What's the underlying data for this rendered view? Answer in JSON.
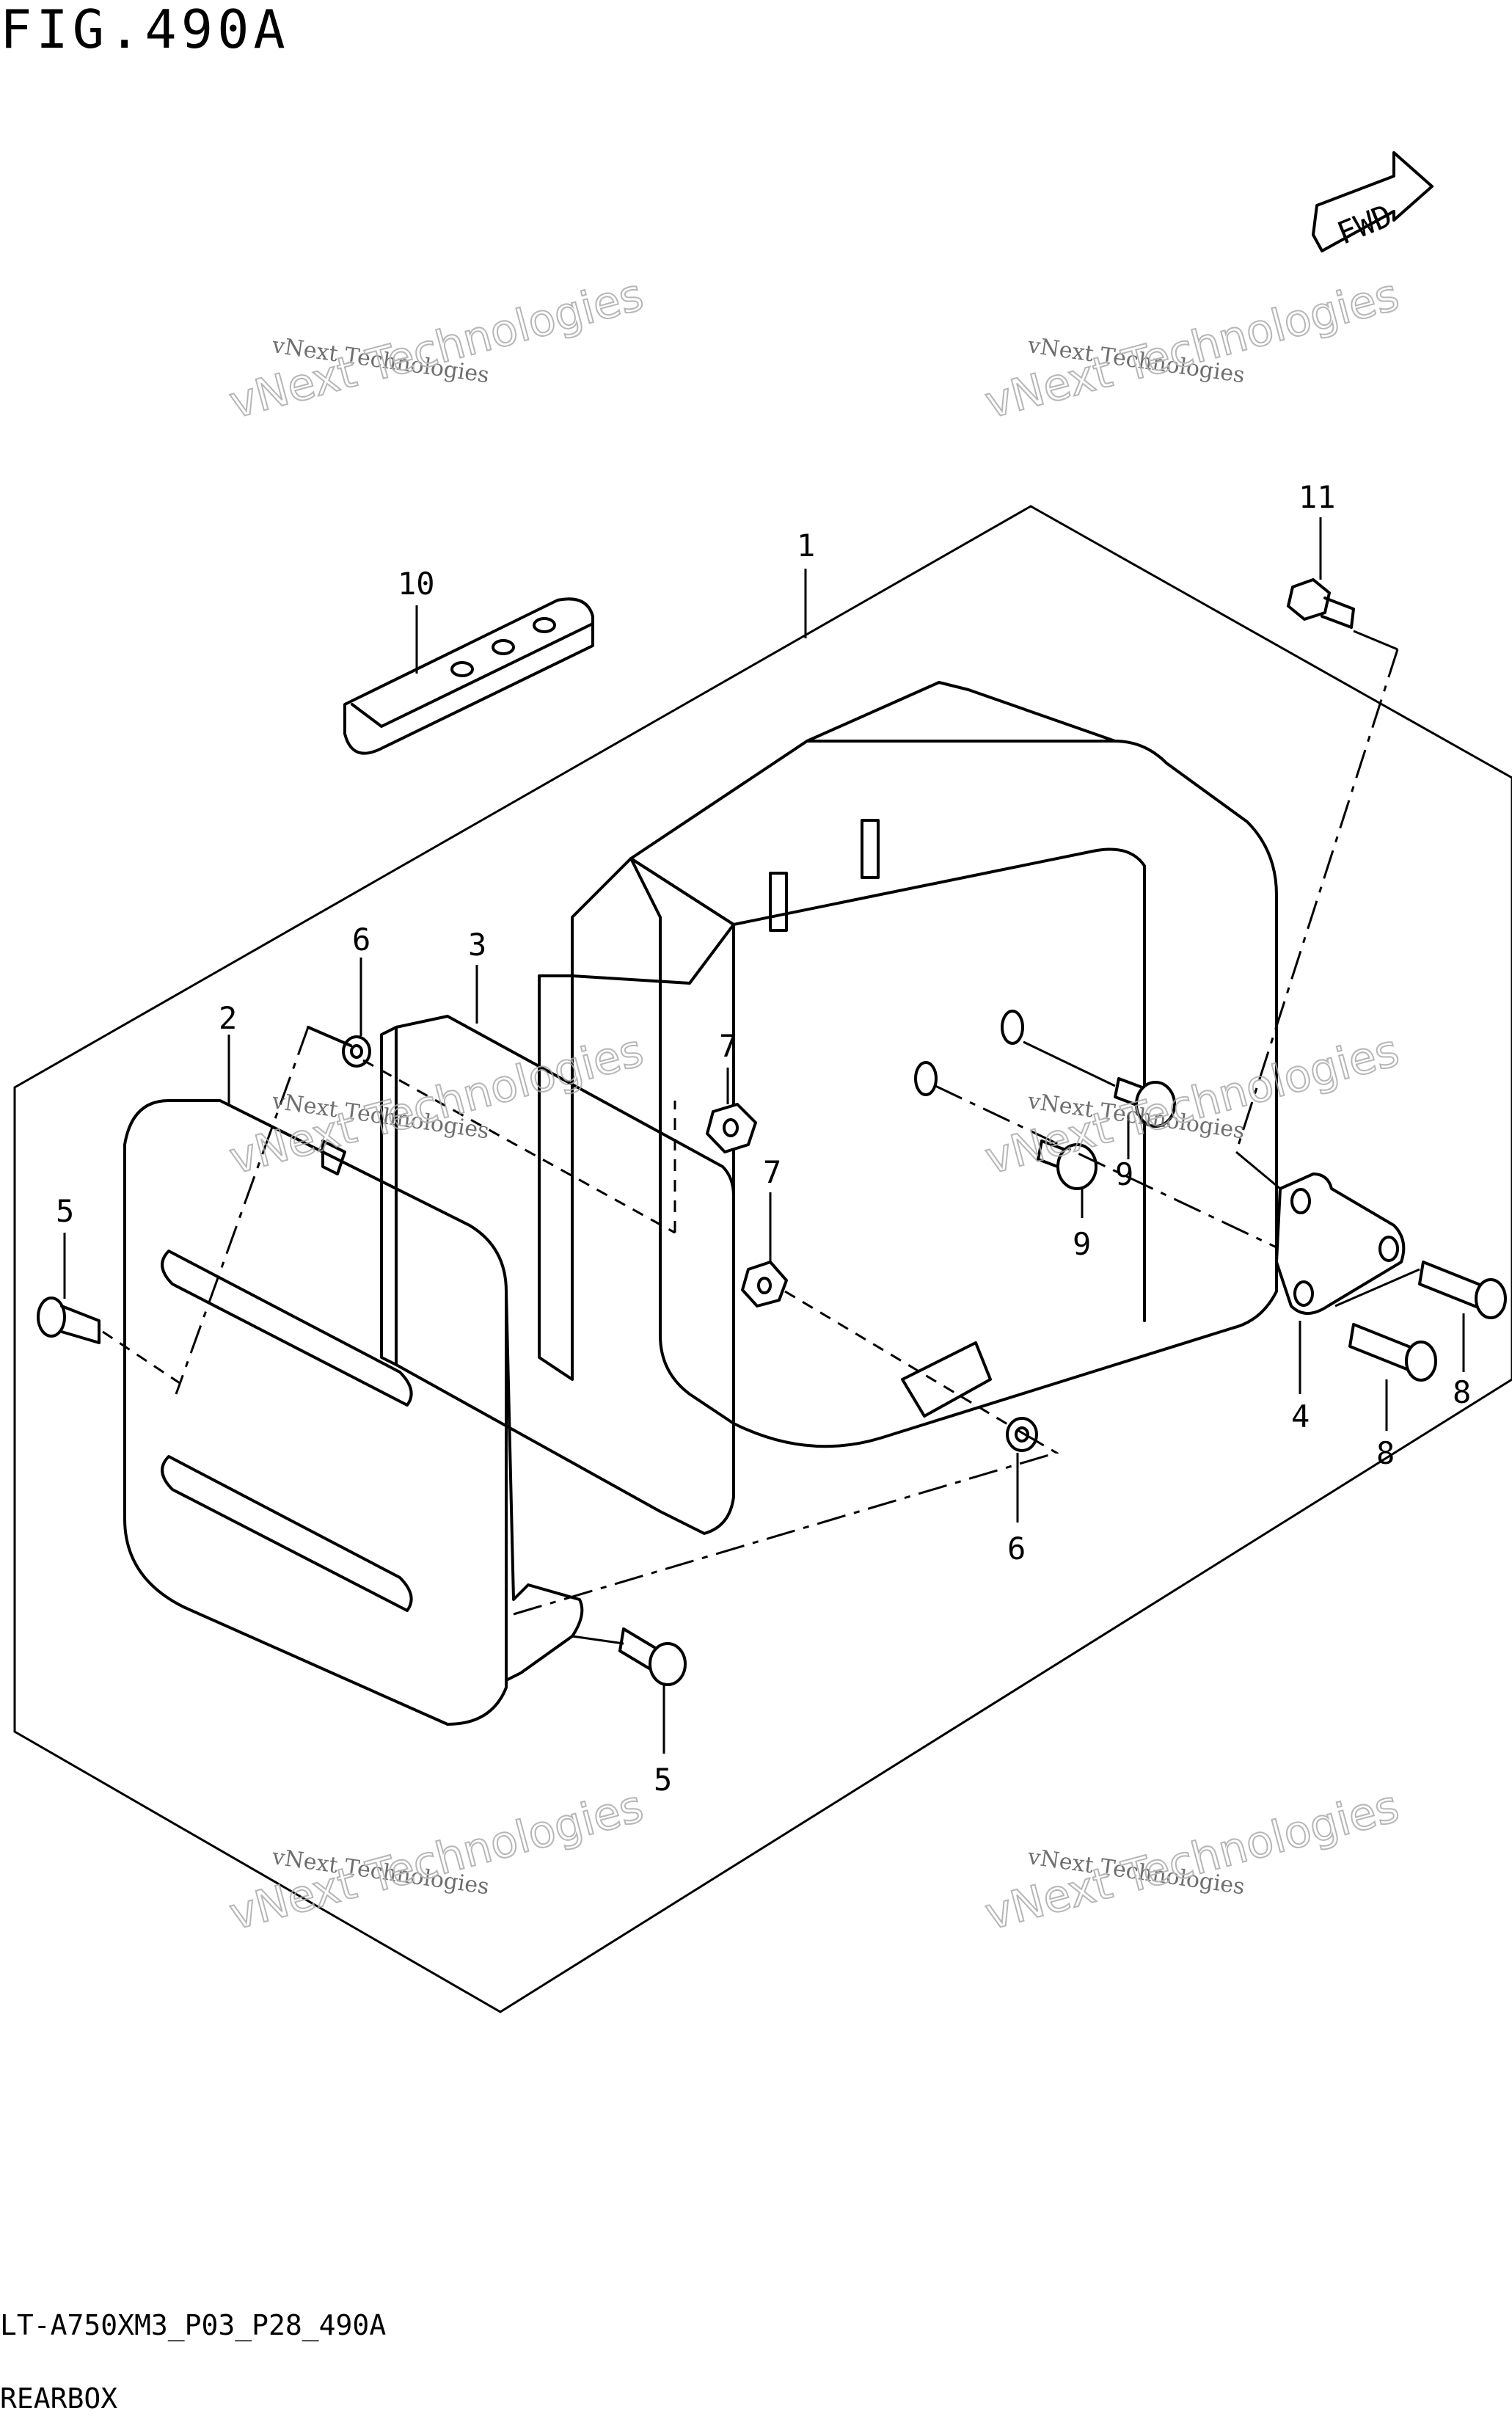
{
  "figure": {
    "title": "FIG.490A",
    "model_code": "LT-A750XM3_P03_P28_490A",
    "caption": "REARBOX"
  },
  "fwd_arrow": {
    "label": "FWD"
  },
  "callouts": {
    "c1": "1",
    "c2": "2",
    "c3": "3",
    "c4": "4",
    "c5a": "5",
    "c5b": "5",
    "c6a": "6",
    "c6b": "6",
    "c7a": "7",
    "c7b": "7",
    "c8a": "8",
    "c8b": "8",
    "c9a": "9",
    "c9b": "9",
    "c10": "10",
    "c11": "11"
  },
  "watermark": {
    "line1": "vNext Technologies",
    "line2": "vNext Technologies"
  }
}
